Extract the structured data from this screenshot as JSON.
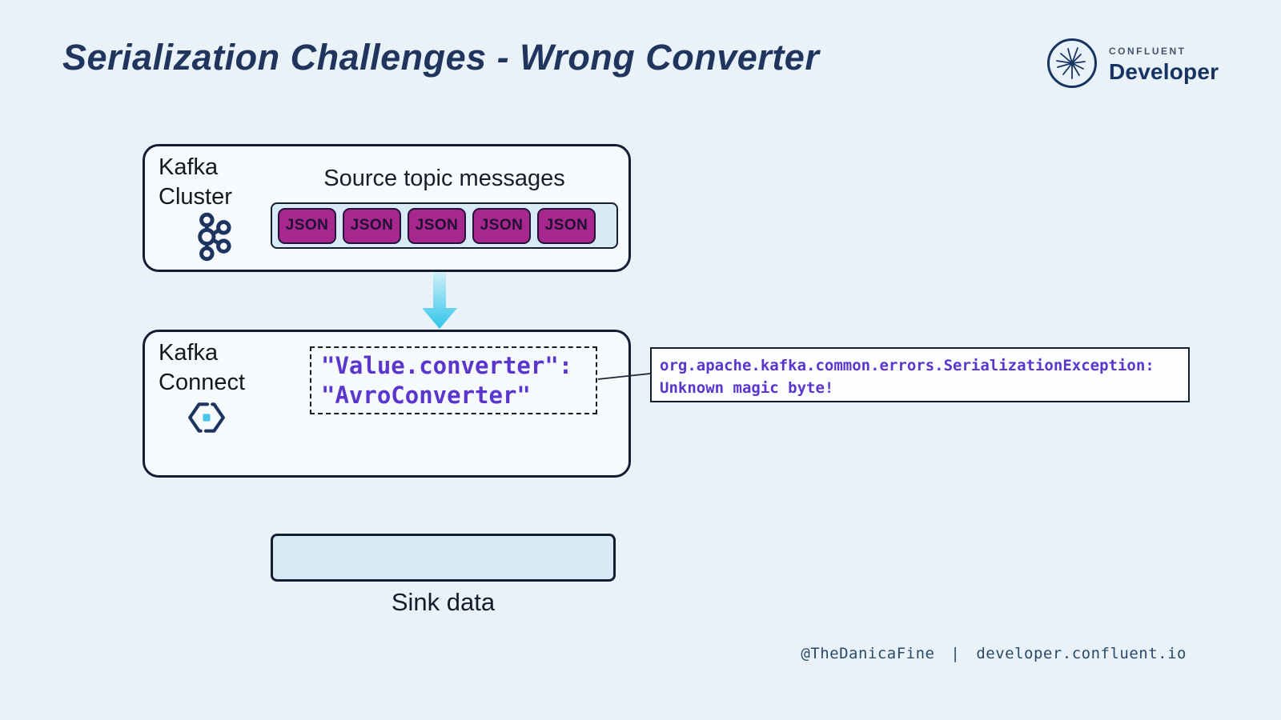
{
  "title": "Serialization Challenges - Wrong Converter",
  "logo": {
    "brand": "CONFLUENT",
    "product": "Developer"
  },
  "kafka_cluster": {
    "label_line1": "Kafka",
    "label_line2": "Cluster",
    "messages_title": "Source topic messages",
    "badges": [
      "JSON",
      "JSON",
      "JSON",
      "JSON",
      "JSON"
    ]
  },
  "kafka_connect": {
    "label_line1": "Kafka",
    "label_line2": "Connect",
    "code_line1": "\"Value.converter\":",
    "code_line2": "\"AvroConverter\""
  },
  "error": {
    "line1": "org.apache.kafka.common.errors.SerializationException:",
    "line2": "Unknown magic byte!"
  },
  "sink": {
    "label": "Sink data"
  },
  "footer": {
    "handle": "@TheDanicaFine",
    "separator": "|",
    "site": "developer.confluent.io"
  },
  "colors": {
    "background": "#e9f2f9",
    "box_fill": "#f6fafd",
    "border_navy": "#151d33",
    "title_navy": "#1f355e",
    "strip_blue": "#d7eaf5",
    "badge_magenta": "#a7278f",
    "code_purple": "#5a36ce",
    "arrow_cyan": "#3ec9ec",
    "brand_navy": "#173361"
  }
}
